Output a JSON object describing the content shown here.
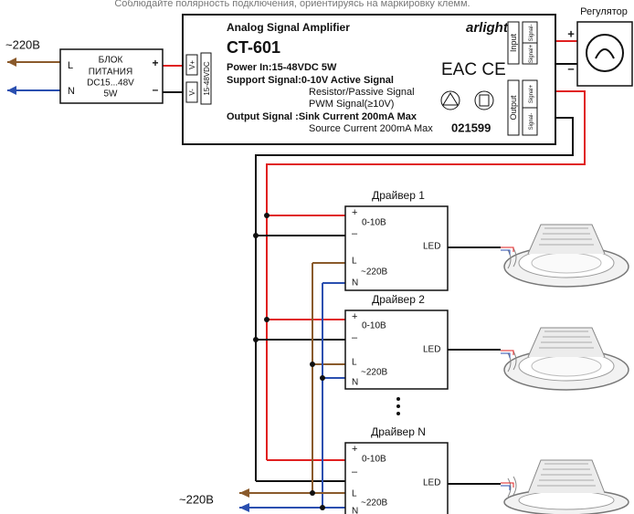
{
  "note": "Соблюдайте полярность подключения, ориентируясь на маркировку клемм.",
  "mains_label": "~220В",
  "psu": {
    "line1": "БЛОК",
    "line2": "ПИТАНИЯ",
    "line3": "DC15...48V",
    "line4": "5W",
    "term_L": "L",
    "term_N": "N",
    "plus": "+",
    "minus": "–"
  },
  "amplifier": {
    "title": "Analog Signal Amplifier",
    "brand": "arlight",
    "model": "CT-601",
    "power_in": "Power In:15-48VDC  5W",
    "support_1": "Support Signal:0-10V Active Signal",
    "support_2": "Resistor/Passive Signal",
    "support_3": "PWM Signal(≥10V)",
    "output_1": "Output Signal :Sink Current 200mA Max",
    "output_2": "Source Current 200mA Max",
    "code": "021599",
    "cert": "EAC CE",
    "vplus": "V+",
    "vminus": "V-",
    "vrange": "15-48VDC",
    "input_label": "Input",
    "output_label": "Output",
    "signal_label": "Signal",
    "signal_minus": "Signal-",
    "signal_plus": "Signal+"
  },
  "regulator": {
    "label": "Регулятор",
    "plus": "+",
    "minus": "–"
  },
  "drivers": [
    {
      "title": "Драйвер 1",
      "plus": "+",
      "minus": "–",
      "signal": "0-10В",
      "led": "LED",
      "L": "L",
      "N": "N",
      "ac": "~220В"
    },
    {
      "title": "Драйвер 2",
      "plus": "+",
      "minus": "–",
      "signal": "0-10В",
      "led": "LED",
      "L": "L",
      "N": "N",
      "ac": "~220В"
    },
    {
      "title": "Драйвер N",
      "plus": "+",
      "minus": "–",
      "signal": "0-10В",
      "led": "LED",
      "L": "L",
      "N": "N",
      "ac": "~220В"
    }
  ],
  "colors": {
    "red": "#e02020",
    "black": "#111111",
    "brown": "#8a5a2b",
    "blue": "#2a4fb0"
  }
}
